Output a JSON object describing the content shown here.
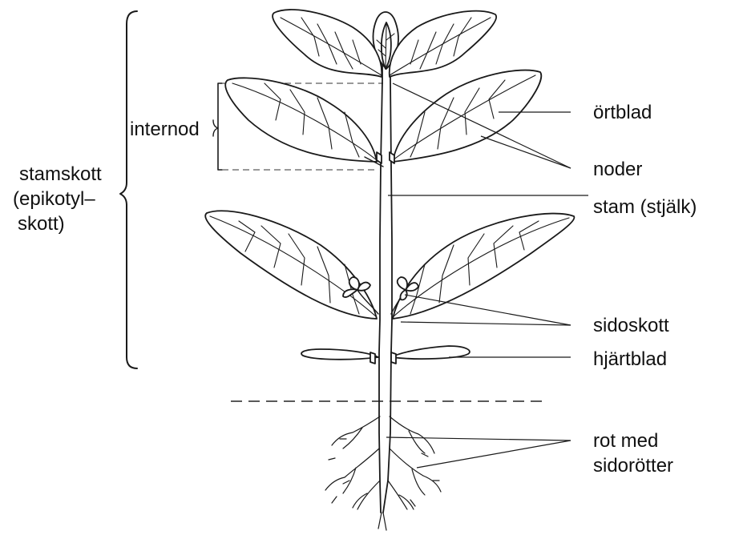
{
  "labels": {
    "internod": "internod",
    "stamskott_line1": "stamskott",
    "stamskott_line2": "(epikotyl–",
    "stamskott_line3": "skott)",
    "ortblad": "örtblad",
    "noder": "noder",
    "stam": "stam (stjälk)",
    "sidoskott": "sidoskott",
    "hjartblad": "hjärtblad",
    "rot_line1": "rot med",
    "rot_line2": "sidorötter"
  }
}
